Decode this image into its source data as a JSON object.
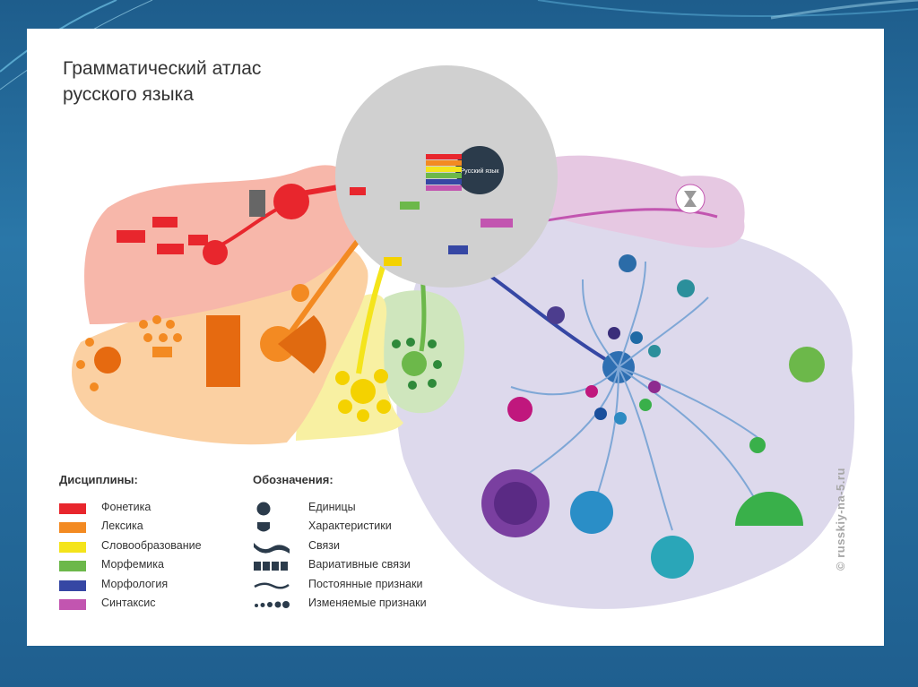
{
  "title": "Грамматический атлас\nрусского языка",
  "center_label": "Русский язык",
  "watermark": "© russkiy-na-5.ru",
  "disciplines": {
    "heading": "Дисциплины:",
    "items": [
      {
        "label": "Фонетика",
        "color": "#e8262d"
      },
      {
        "label": "Лексика",
        "color": "#f38a22"
      },
      {
        "label": "Словообразование",
        "color": "#f4e41b"
      },
      {
        "label": "Морфемика",
        "color": "#6cb84a"
      },
      {
        "label": "Морфология",
        "color": "#3647a4"
      },
      {
        "label": "Синтаксис",
        "color": "#c255b0"
      }
    ]
  },
  "notation": {
    "heading": "Обозначения:",
    "items": [
      {
        "label": "Единицы",
        "icon": "circle-icon"
      },
      {
        "label": "Характеристики",
        "icon": "shield-icon"
      },
      {
        "label": "Связи",
        "icon": "wave-band-icon"
      },
      {
        "label": "Вариативные связи",
        "icon": "dashed-band-icon"
      },
      {
        "label": "Постоянные признаки",
        "icon": "thin-wave-icon"
      },
      {
        "label": "Изменяемые признаки",
        "icon": "dotted-line-icon"
      }
    ]
  },
  "colors": {
    "phonetics_region": "#f7b7aa",
    "lexics_region": "#fbd0a2",
    "wordformation_region": "#f8f0a2",
    "morphemics_region": "#cfe6bd",
    "morphology_region": "#ddd9ec",
    "syntax_region": "#e6c8e2",
    "center_circle": "#d0d0d0"
  }
}
